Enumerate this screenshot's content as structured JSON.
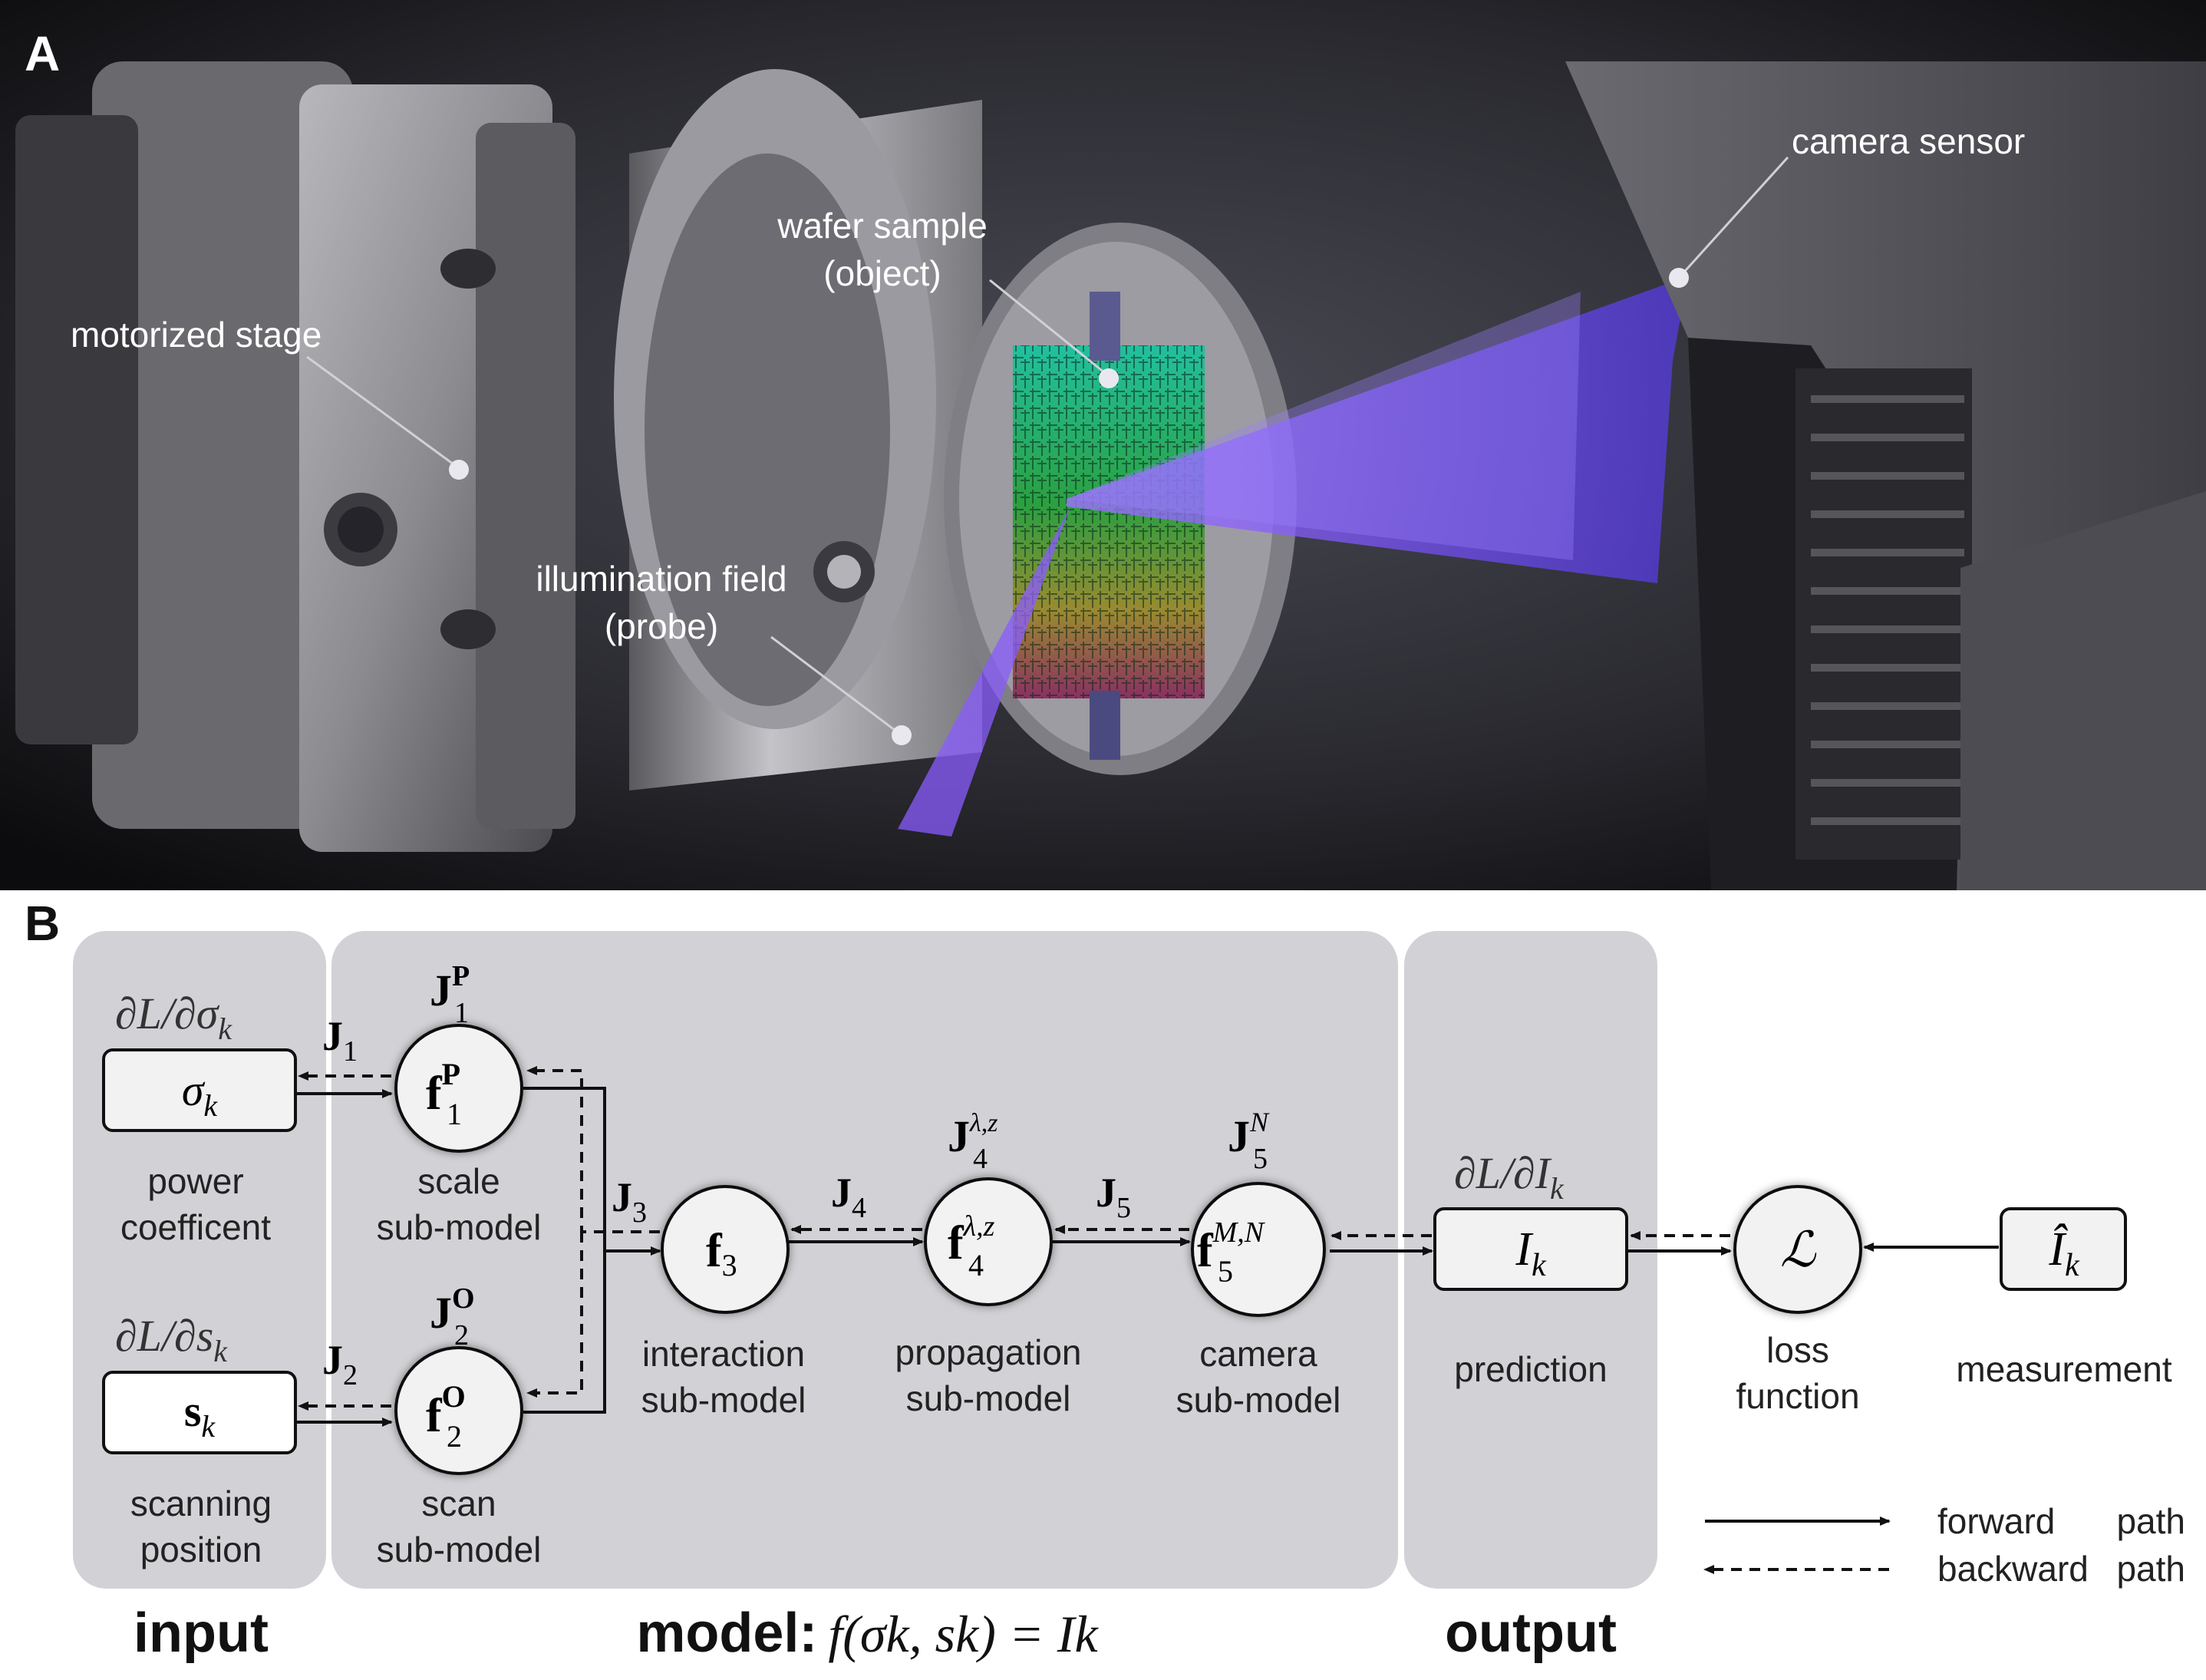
{
  "panel_a": {
    "letter": "A",
    "labels": {
      "camera_sensor": "camera sensor",
      "wafer_sample_1": "wafer sample",
      "wafer_sample_2": "(object)",
      "motorized_stage": "motorized stage",
      "illumination_1": "illumination field",
      "illumination_2": "(probe)"
    }
  },
  "panel_b": {
    "letter": "B",
    "groups": {
      "input": "input",
      "model_prefix": "model:",
      "model_formula": "f(σk, sk) = Ik",
      "output": "output"
    },
    "boxes": {
      "sigma": {
        "symbol": "σ",
        "sub": "k",
        "grad_top": "∂L/∂σ",
        "grad_sub": "k",
        "caption_1": "power",
        "caption_2": "coefficent"
      },
      "s": {
        "symbol": "s",
        "sub": "k",
        "grad_top": "∂L/∂s",
        "grad_sub": "k",
        "caption_1": "scanning",
        "caption_2": "position"
      },
      "I": {
        "symbol": "I",
        "sub": "k",
        "grad_top": "∂L/∂I",
        "grad_sub": "k",
        "caption_1": "prediction"
      },
      "Ihat": {
        "symbol": "Î",
        "sub": "k",
        "caption_1": "measurement"
      }
    },
    "nodes": {
      "f1": {
        "symbol": "f",
        "sub": "1",
        "sup": "P",
        "jac": "J",
        "jac_sub": "1",
        "jac_sup": "P",
        "caption_1": "scale",
        "caption_2": "sub-model"
      },
      "f2": {
        "symbol": "f",
        "sub": "2",
        "sup": "O",
        "jac": "J",
        "jac_sub": "2",
        "jac_sup": "O",
        "caption_1": "scan",
        "caption_2": "sub-model"
      },
      "f3": {
        "symbol": "f",
        "sub": "3",
        "caption_1": "interaction",
        "caption_2": "sub-model"
      },
      "f4": {
        "symbol": "f",
        "sub": "4",
        "sup": "λ,z",
        "jac": "J",
        "jac_sub": "4",
        "jac_sup": "λ,z",
        "caption_1": "propagation",
        "caption_2": "sub-model"
      },
      "f5": {
        "symbol": "f",
        "sub": "5",
        "sup": "M,N",
        "jac": "J",
        "jac_sub": "5",
        "jac_sup": "N",
        "caption_1": "camera",
        "caption_2": "sub-model"
      },
      "loss": {
        "symbol": "ℒ",
        "caption_1": "loss",
        "caption_2": "function"
      }
    },
    "edge_jacobians": {
      "j1": {
        "sym": "J",
        "sub": "1"
      },
      "j2": {
        "sym": "J",
        "sub": "2"
      },
      "j3": {
        "sym": "J",
        "sub": "3"
      },
      "j4": {
        "sym": "J",
        "sub": "4"
      },
      "j5": {
        "sym": "J",
        "sub": "5"
      }
    },
    "legend": {
      "forward_1": "forward",
      "forward_2": "path",
      "backward_1": "backward",
      "backward_2": "path"
    }
  }
}
